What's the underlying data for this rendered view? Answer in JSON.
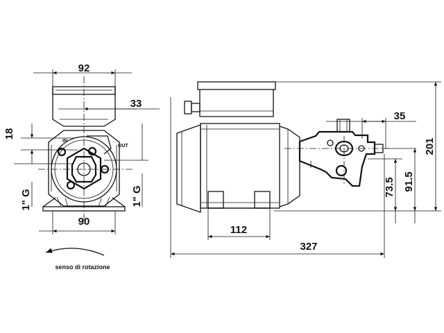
{
  "dimensions": {
    "front_width_top": "92",
    "front_offset": "33",
    "front_height_small": "18",
    "front_port_left": "1\" G",
    "front_port_right": "1\" G",
    "front_width_bottom": "90",
    "side_pump_depth": "35",
    "side_foot_spacing": "112",
    "side_total_length": "327",
    "side_height_port_low": "73.5",
    "side_height_port_high": "91.5",
    "side_total_height": "201"
  },
  "labels": {
    "rotation": "senso di rotazione",
    "port_in": "IN",
    "port_out": "OUT"
  }
}
